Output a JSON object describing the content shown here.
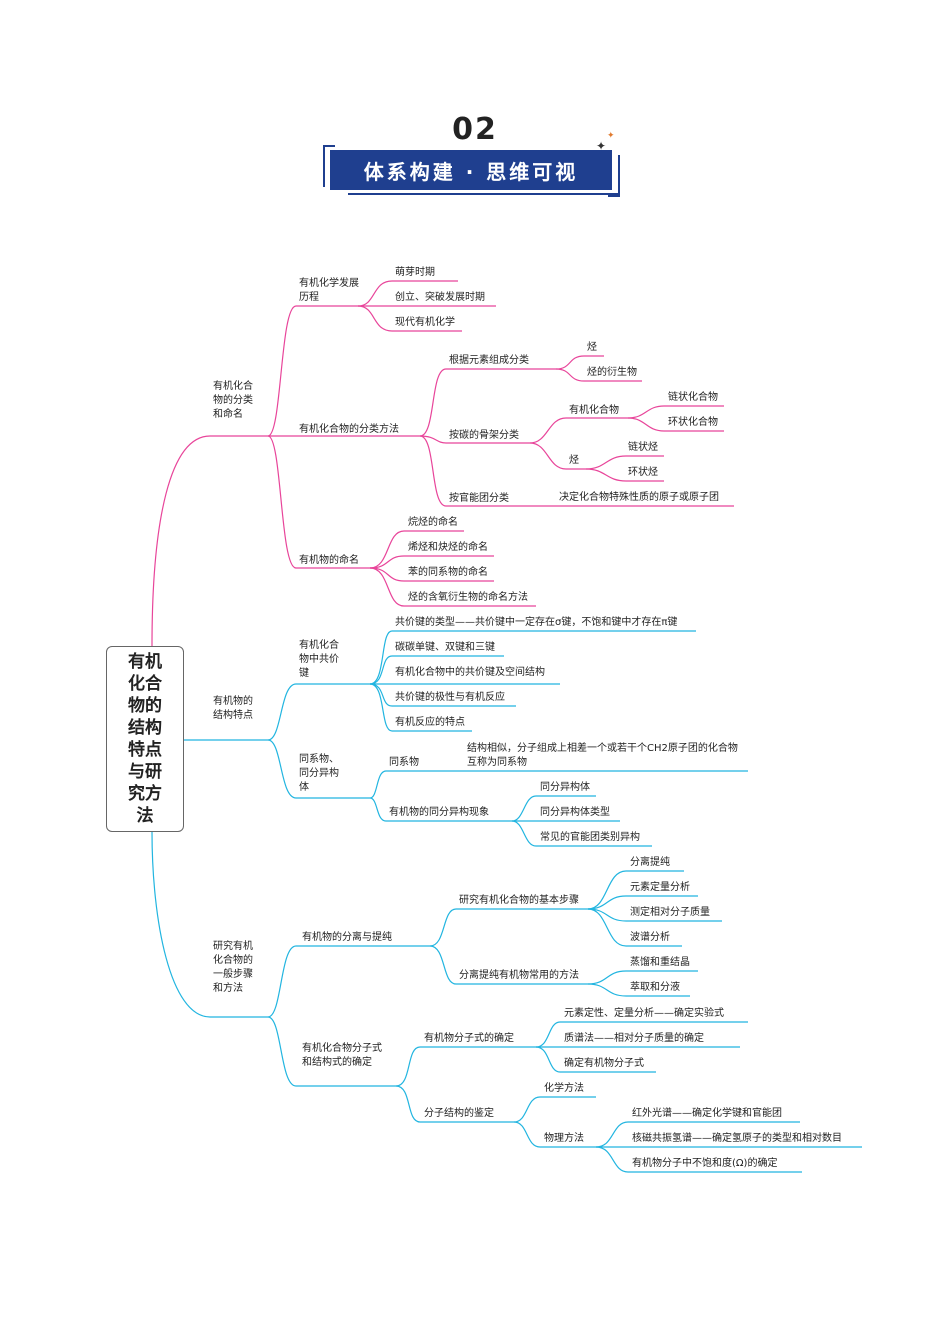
{
  "header": {
    "number": "02",
    "banner": "体系构建 · 思维可视"
  },
  "root": "有机化合物的结构特点与研究方法",
  "b1": {
    "title": "有机化合物的分类和命名",
    "a": {
      "title": "有机化学发展历程",
      "items": [
        "萌芽时期",
        "创立、突破发展时期",
        "现代有机化学"
      ]
    },
    "b": {
      "title": "有机化合物的分类方法",
      "c1": {
        "title": "根据元素组成分类",
        "items": [
          "烃",
          "烃的衍生物"
        ]
      },
      "c2": {
        "title": "按碳的骨架分类",
        "d1": {
          "title": "有机化合物",
          "items": [
            "链状化合物",
            "环状化合物"
          ]
        },
        "d2": {
          "title": "烃",
          "items": [
            "链状烃",
            "环状烃"
          ]
        }
      },
      "c3": {
        "title": "按官能团分类",
        "item": "决定化合物特殊性质的原子或原子团"
      }
    },
    "c": {
      "title": "有机物的命名",
      "items": [
        "烷烃的命名",
        "烯烃和炔烃的命名",
        "苯的同系物的命名",
        "烃的含氧衍生物的命名方法"
      ]
    }
  },
  "b2": {
    "title": "有机物的结构特点",
    "a": {
      "title": "有机化合物中共价键",
      "items": [
        "共价键的类型——共价键中一定存在σ键，不饱和键中才存在π键",
        "碳碳单键、双键和三键",
        "有机化合物中的共价键及空间结构",
        "共价键的极性与有机反应",
        "有机反应的特点"
      ]
    },
    "b": {
      "title": "同系物、同分异构体",
      "c1": {
        "title": "同系物",
        "item": "结构相似，分子组成上相差一个或若干个CH2原子团的化合物互称为同系物"
      },
      "c2": {
        "title": "有机物的同分异构现象",
        "items": [
          "同分异构体",
          "同分异构体类型",
          "常见的官能团类别异构"
        ]
      }
    }
  },
  "b3": {
    "title": "研究有机化合物的一般步骤和方法",
    "a": {
      "title": "有机物的分离与提纯",
      "c1": {
        "title": "研究有机化合物的基本步骤",
        "items": [
          "分离提纯",
          "元素定量分析",
          "测定相对分子质量",
          "波谱分析"
        ]
      },
      "c2": {
        "title": "分离提纯有机物常用的方法",
        "items": [
          "蒸馏和重结晶",
          "萃取和分液"
        ]
      }
    },
    "b": {
      "title": "有机化合物分子式和结构式的确定",
      "c1": {
        "title": "有机物分子式的确定",
        "items": [
          "元素定性、定量分析——确定实验式",
          "质谱法——相对分子质量的确定",
          "确定有机物分子式"
        ]
      },
      "c2": {
        "title": "分子结构的鉴定",
        "d1": {
          "title": "化学方法"
        },
        "d2": {
          "title": "物理方法",
          "items": [
            "红外光谱——确定化学键和官能团",
            "核磁共振氢谱——确定氢原子的类型和相对数目",
            "有机物分子中不饱和度(Ω)的确定"
          ]
        }
      }
    }
  },
  "colors": {
    "branch1": "#e8459a",
    "branch2": "#22b5e0",
    "branch3": "#22b5e0",
    "banner": "#1f3f8f"
  }
}
